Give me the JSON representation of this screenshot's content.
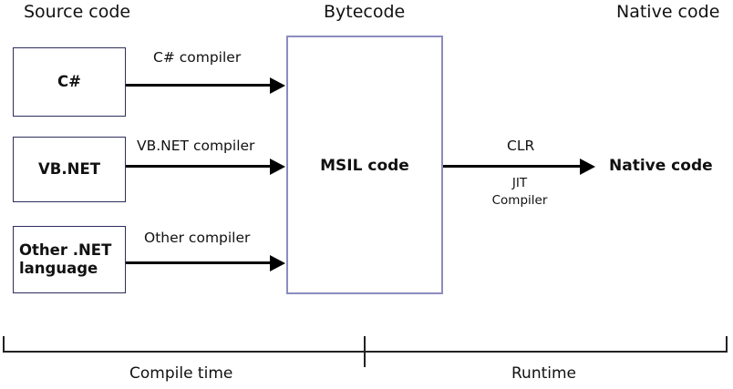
{
  "headers": {
    "source": "Source code",
    "bytecode": "Bytecode",
    "native": "Native code"
  },
  "source_boxes": [
    {
      "label": "C#",
      "name": "csharp"
    },
    {
      "label": "VB.NET",
      "name": "vbnet"
    },
    {
      "label": "Other .NET\nlanguage",
      "name": "other-dotnet"
    }
  ],
  "compiler_arrows": [
    {
      "label": "C# compiler"
    },
    {
      "label": "VB.NET compiler"
    },
    {
      "label": "Other compiler"
    }
  ],
  "bytecode": {
    "label": "MSIL code"
  },
  "runtime_arrow": {
    "top_label": "CLR",
    "sub_label_1": "JIT",
    "sub_label_2": "Compiler",
    "target_label": "Native code"
  },
  "timeline": {
    "left_label": "Compile time",
    "right_label": "Runtime"
  },
  "colors": {
    "box_border": "#2e2e5c",
    "bytecode_border": "#8b8cc0",
    "arrow": "#000000",
    "text": "#111111",
    "background": "#ffffff"
  }
}
